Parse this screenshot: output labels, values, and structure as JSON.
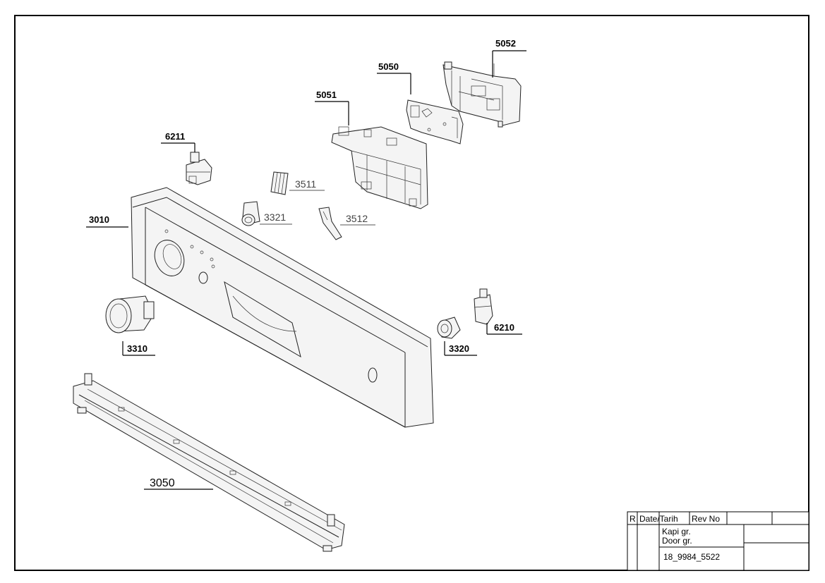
{
  "parts": {
    "p5052": "5052",
    "p5050": "5050",
    "p5051": "5051",
    "p6211": "6211",
    "p3511": "3511",
    "p3321": "3321",
    "p3512": "3512",
    "p3010": "3010",
    "p3310": "3310",
    "p3320": "3320",
    "p6210": "6210",
    "p3050": "3050"
  },
  "title_block": {
    "rev_col": "R",
    "date_header": "Date/Tarih",
    "rev_header": "Rev No",
    "group_tr": "Kapi gr.",
    "group_en": "Door gr.",
    "drawing_no": "18_9984_5522"
  }
}
